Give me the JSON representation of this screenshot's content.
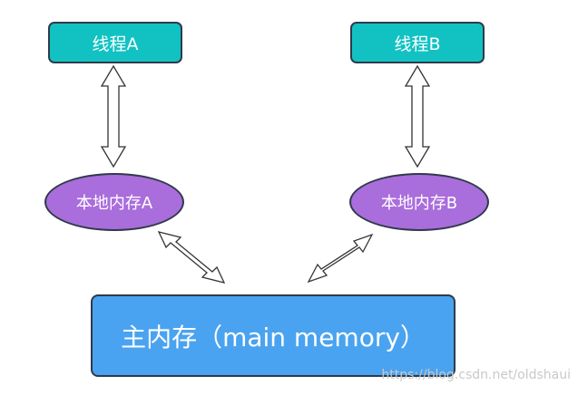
{
  "threads": [
    {
      "label": "线程A"
    },
    {
      "label": "线程B"
    }
  ],
  "local_memories": [
    {
      "label": "本地内存A"
    },
    {
      "label": "本地内存B"
    }
  ],
  "main_memory": {
    "label": "主内存（main memory）"
  },
  "watermark": "https://blog.csdn.net/oldshaui",
  "colors": {
    "thread_fill": "#12c2c2",
    "local_memory_fill": "#a96ddc",
    "main_memory_fill": "#4aa3f0",
    "outline": "#2f3a4a"
  }
}
